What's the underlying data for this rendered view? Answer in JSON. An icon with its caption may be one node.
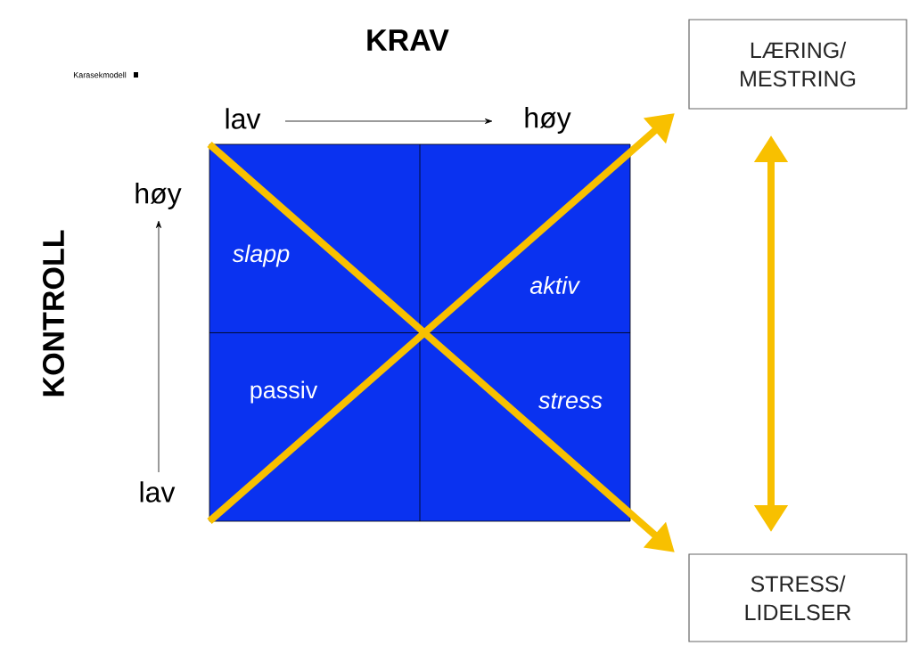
{
  "diagram": {
    "nodes": [
      {
        "text": [],
        "shape": "box"
      },
      {
        "text": [
          "slapp"
        ],
        "in": 0
      },
      {
        "text": [
          "aktiv"
        ],
        "in": 0
      },
      {
        "text": [
          "passiv"
        ],
        "in": 0
      },
      {
        "text": [
          "stress"
        ],
        "in": 0
      },
      {
        "text": [
          "LÆRING/ MESTRING"
        ]
      },
      {
        "text": [
          "STRESS/ LIDELSER"
        ]
      }
    ],
    "edges": [
      {
        "from": 0,
        "to": 5,
        "arrow": "to"
      },
      {
        "from": 0,
        "to": 6,
        "arrow": "to"
      },
      {
        "from": 5,
        "to": 6,
        "arrow": "both"
      }
    ],
    "labels": [
      "KRAV",
      "Karasekmodell",
      "lav",
      "høy",
      "KONTROLL",
      "høy",
      "lav"
    ]
  }
}
